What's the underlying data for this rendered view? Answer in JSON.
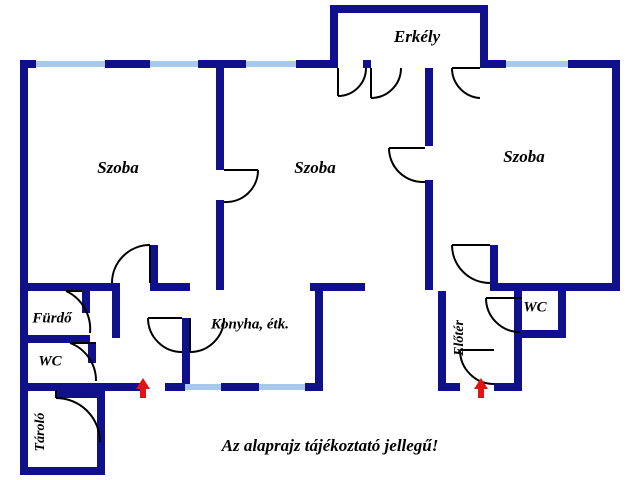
{
  "plan": {
    "title_caption": "Az alaprajz tájékoztató jellegű!",
    "colors": {
      "wall": "#10108c",
      "window": "#a8c8ec",
      "arrow": "#e01414",
      "background": "#ffffff",
      "door": "#000000"
    },
    "rooms": [
      {
        "id": "szoba-left",
        "label": "Szoba",
        "orientation": "horizontal"
      },
      {
        "id": "szoba-middle",
        "label": "Szoba",
        "orientation": "horizontal"
      },
      {
        "id": "szoba-right",
        "label": "Szoba",
        "orientation": "horizontal"
      },
      {
        "id": "erkely",
        "label": "Erkély",
        "orientation": "horizontal"
      },
      {
        "id": "furdo",
        "label": "Fürdő",
        "orientation": "horizontal"
      },
      {
        "id": "wc-left",
        "label": "WC",
        "orientation": "horizontal"
      },
      {
        "id": "wc-right",
        "label": "WC",
        "orientation": "horizontal"
      },
      {
        "id": "konyha",
        "label": "Konyha, étk.",
        "orientation": "horizontal"
      },
      {
        "id": "elotér",
        "label": "Előtér",
        "orientation": "vertical"
      },
      {
        "id": "tarolo",
        "label": "Tároló",
        "orientation": "vertical"
      }
    ],
    "entrances": [
      {
        "id": "entrance-kitchen",
        "icon": "up-arrow-icon"
      },
      {
        "id": "entrance-hall",
        "icon": "up-arrow-icon"
      }
    ]
  }
}
